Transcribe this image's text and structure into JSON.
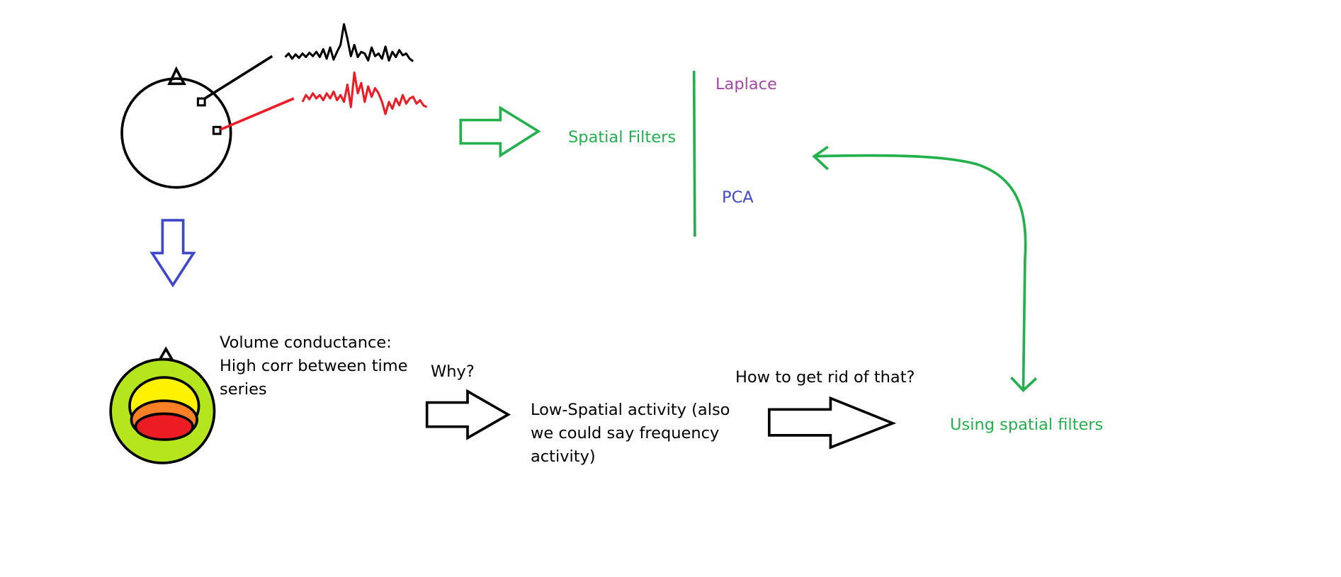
{
  "colors": {
    "background": "#ffffff",
    "green": "#22b14c",
    "blue": "#3f48cc",
    "purple": "#a349a4",
    "black": "#000000",
    "red": "#ed1c24",
    "lime": "#b5e61d",
    "yellow": "#fff200",
    "orange": "#ff7f27"
  },
  "labels": {
    "spatial_filters": "Spatial Filters",
    "laplace": "Laplace",
    "pca": "PCA",
    "volume_conductance": "Volume conductance:\nHigh corr between time\nseries",
    "why": "Why?",
    "low_spatial": "Low-Spatial activity (also\nwe could say frequency\nactivity)",
    "how_to_get_rid": "How to get rid of that?",
    "using_spatial_filters": "Using spatial filters"
  },
  "icons": {
    "head": "eeg-head-icon",
    "head_heatmap": "heatmap-head-icon",
    "arrow_right": "hollow-right-arrow",
    "arrow_down": "hollow-down-arrow",
    "curved_arrow": "curved-double-arrow"
  }
}
